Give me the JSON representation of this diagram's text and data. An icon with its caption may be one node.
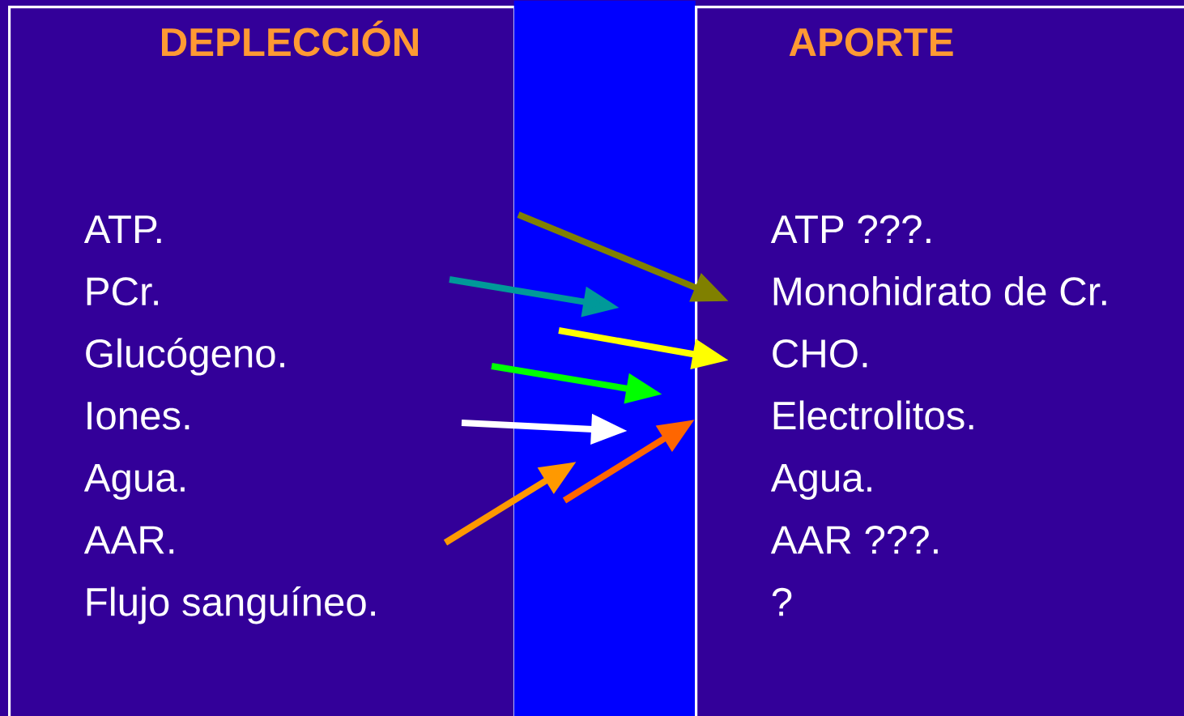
{
  "diagram": {
    "nodes": [
      {
        "text": [
          "DEPLECCIÓN",
          "ATP.",
          "PCr.",
          "Glucógeno.",
          "Iones.",
          "Agua.",
          "AAR.",
          "Flujo sanguíneo."
        ]
      },
      {
        "text": [],
        "shape": "bar"
      },
      {
        "text": [
          "APORTE",
          "ATP ???.",
          "Monohidrato de Cr.",
          "CHO.",
          "Electrolitos.",
          "Agua.",
          "AAR ???.",
          "?"
        ]
      }
    ],
    "edges": [
      {
        "from": 1,
        "to": 2,
        "arrow": "to",
        "color": "#808000"
      },
      {
        "from": 0,
        "to": 1,
        "arrow": "to",
        "color": "#009999"
      },
      {
        "from": 1,
        "to": 2,
        "arrow": "to",
        "color": "#ffff00"
      },
      {
        "from": 0,
        "to": 1,
        "arrow": "to",
        "color": "#00ff00"
      },
      {
        "from": 0,
        "to": 1,
        "arrow": "to",
        "color": "#ffffff"
      },
      {
        "from": 0,
        "to": 1,
        "arrow": "to",
        "color": "#ff9900"
      },
      {
        "from": 1,
        "to": 2,
        "arrow": "to",
        "color": "#ff6600"
      }
    ]
  }
}
